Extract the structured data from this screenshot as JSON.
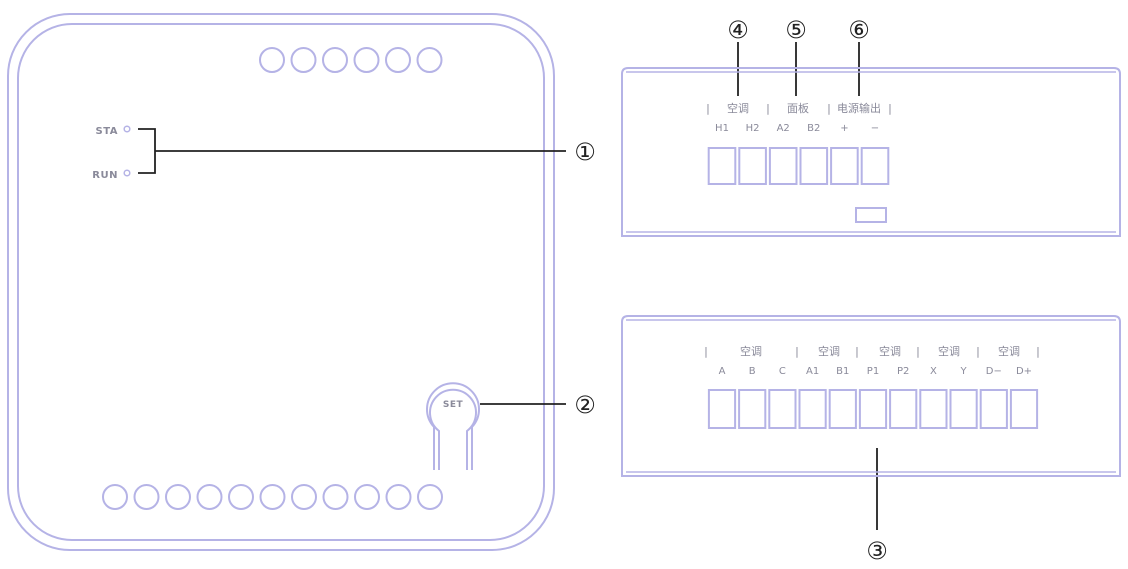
{
  "front_panel": {
    "leds": [
      {
        "label": "STA"
      },
      {
        "label": "RUN"
      }
    ],
    "set_button": {
      "label": "SET"
    },
    "top_vents": 6,
    "bottom_vents": 11
  },
  "callouts": {
    "c1": "①",
    "c2": "②",
    "c3": "③",
    "c4": "④",
    "c5": "⑤",
    "c6": "⑥"
  },
  "top_connector": {
    "separator": "|",
    "groups": [
      {
        "label": "空调"
      },
      {
        "label": "面板"
      },
      {
        "label": "电源输出"
      }
    ],
    "terminals": [
      "H1",
      "H2",
      "A2",
      "B2",
      "+",
      "−"
    ]
  },
  "bottom_connector": {
    "separator": "|",
    "groups": [
      {
        "label": "空调"
      },
      {
        "label": "空调"
      },
      {
        "label": "空调"
      },
      {
        "label": "空调"
      },
      {
        "label": "空调"
      }
    ],
    "terminals": [
      "A",
      "B",
      "C",
      "A1",
      "B1",
      "P1",
      "P2",
      "X",
      "Y",
      "D−",
      "D+"
    ]
  },
  "colors": {
    "outline": "#b5b3e6",
    "text": "#8a8a9a",
    "leader": "#222222"
  }
}
